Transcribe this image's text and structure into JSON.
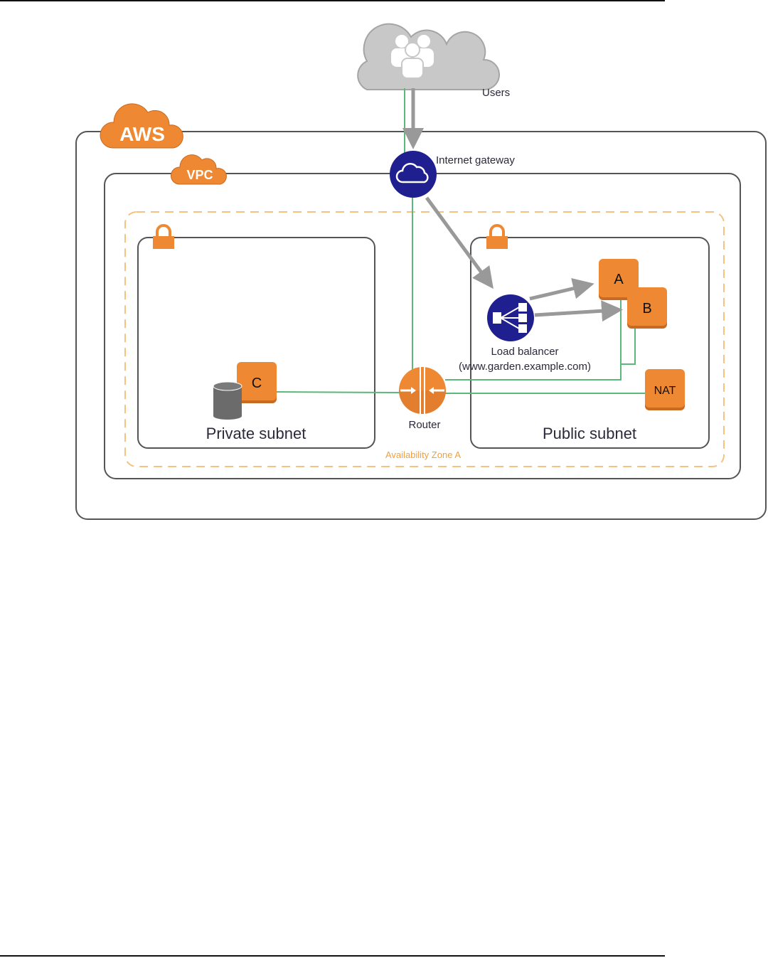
{
  "diagram": {
    "cloud_label": "AWS",
    "vpc_label": "VPC",
    "users_label": "Users",
    "internet_gateway_label": "Internet gateway",
    "availability_zone_label": "Availability Zone A",
    "private_subnet_label": "Private subnet",
    "public_subnet_label": "Public subnet",
    "load_balancer_label": "Load balancer",
    "load_balancer_host": "(www.garden.example.com)",
    "router_label": "Router",
    "instances": {
      "a": "A",
      "b": "B",
      "c": "C",
      "nat": "NAT"
    },
    "colors": {
      "aws_orange": "#ee8833",
      "az_dashed": "#f5c27f",
      "az_text": "#f0a040",
      "gateway_blue": "#1f1f8f",
      "route_green": "#5cb87a",
      "flow_gray": "#999999",
      "container_border": "#555555",
      "users_cloud": "#c8c8c8",
      "database_gray": "#6b6b6b"
    }
  }
}
